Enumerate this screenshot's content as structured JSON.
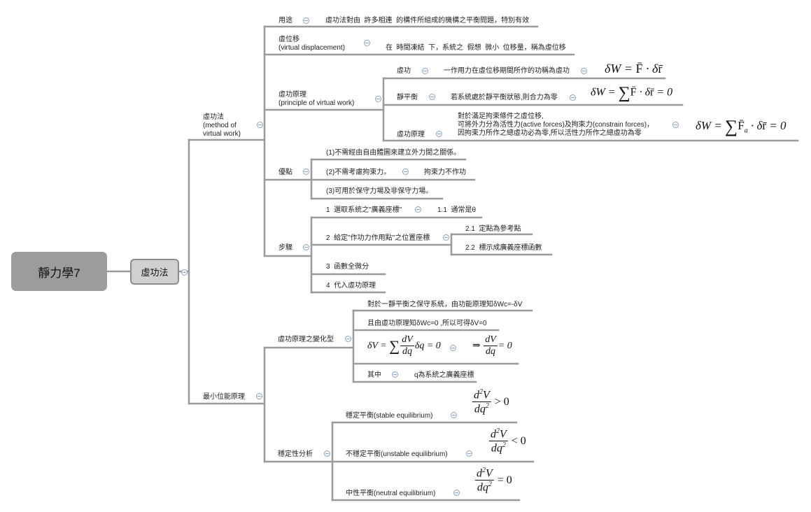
{
  "root": {
    "title": "靜力學7"
  },
  "main_topic": {
    "title": "虛功法"
  },
  "branch_virtual_work": {
    "title_lines": [
      "虛功法",
      "(method of",
      "virtual work)"
    ],
    "usage": {
      "label": "用途",
      "text": "虛功法對由  許多相連  的構件所組成的機構之平衡問題，特別有效"
    },
    "virtual_displacement": {
      "label_lines": [
        "虛位移",
        "(virtual displacement)"
      ],
      "text": "在  時間凍結  下，系統之  假想  微小  位移量，稱為虛位移"
    },
    "principle": {
      "label_lines": [
        "虛功原理",
        "(principle of virtual work)"
      ],
      "virtual_work": {
        "label": "虛功",
        "text": "一作用力在虛位移期間所作的功稱為虛功",
        "equation": "δW = F · δr"
      },
      "static_equilibrium": {
        "label": "靜平衡",
        "text": "若系統處於靜平衡狀態,則合力為零",
        "equation": "δW = ΣF · δr = 0"
      },
      "principle_statement": {
        "label": "虛功原理",
        "text_lines": [
          "對於滿足拘束條件之虛位移,",
          "可將外力分為活性力(active forces)及拘束力(constrain forces)，",
          "因拘束力所作之總虛功必為零,所以活性力所作之總虛功為零"
        ],
        "equation": "δW = ΣFa · δr = 0"
      }
    },
    "advantages": {
      "label": "優點",
      "items": [
        "(1)不需經由自由體圖來建立外力間之關係。",
        "(2)不需考慮拘束力。",
        "(3)可用於保守力場及非保守力場。"
      ],
      "item2_detail": "拘束力不作功"
    },
    "steps": {
      "label": "步驟",
      "step1": {
        "text": "1  選取系統之\"廣義座標\"",
        "detail": "1.1  通常是θ"
      },
      "step2": {
        "text": "2  給定\"作功力作用點\"之位置座標",
        "details": [
          "2.1  定點為參考點",
          "2.2  標示成廣義座標函數"
        ]
      },
      "step3": "3  函數全微分",
      "step4": "4  代入虛功原理"
    }
  },
  "branch_min_potential": {
    "title": "最小位能原理",
    "variation": {
      "label": "虛功原理之變化型",
      "line1": "對於一靜平衡之保守系統，由功能原理知δWc=-δV",
      "line2": "且由虛功原理知δWc=0 ,所以可得δV=0",
      "eq_left": "δV = Σ dV/dq δq = 0",
      "eq_right": "⇒ dV/dq = 0",
      "where_label": "其中",
      "where_text": "q為系統之廣義座標"
    },
    "stability": {
      "label": "穩定性分析",
      "stable": {
        "label": "穩定平衡(stable equilibrium)",
        "rel": "> 0"
      },
      "unstable": {
        "label": "不穩定平衡(unstable equilibrium)",
        "rel": "< 0"
      },
      "neutral": {
        "label": "中性平衡(neutral equilibrium)",
        "rel": "= 0"
      }
    }
  },
  "colors": {
    "line": "#9a9a9a",
    "collapse_icon": "#8aa3c4",
    "root_fill": "#9c9c9c",
    "main_fill": "#d0d0d0"
  }
}
